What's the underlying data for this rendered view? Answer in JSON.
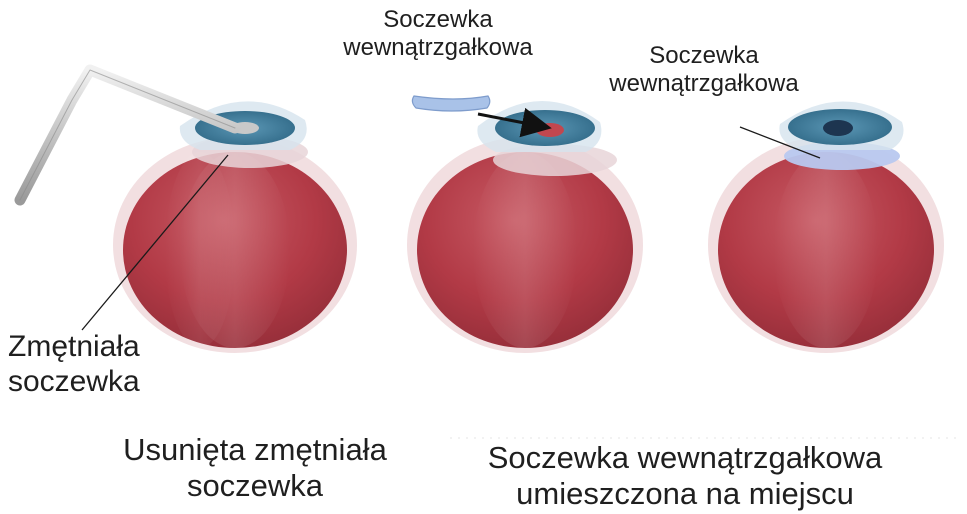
{
  "labels": {
    "cloudy_lens": [
      "Zmętniała",
      "soczewka"
    ],
    "iol_middle": [
      "Soczewka",
      "wewnątrzgałkowa"
    ],
    "iol_right": [
      "Soczewka",
      "wewnątrzgałkowa"
    ]
  },
  "captions": {
    "removed": [
      "Usunięta zmętniała",
      "soczewka"
    ],
    "placed": [
      "Soczewka wewnątrzgałkowa",
      "umieszczona na miejscu"
    ]
  },
  "colors": {
    "eyeball": "#b43a45",
    "iris": "#3f7d9c",
    "lens": "#c7d3ee",
    "cornea": "#c8dbe8",
    "probe": "#c9c9c9"
  }
}
